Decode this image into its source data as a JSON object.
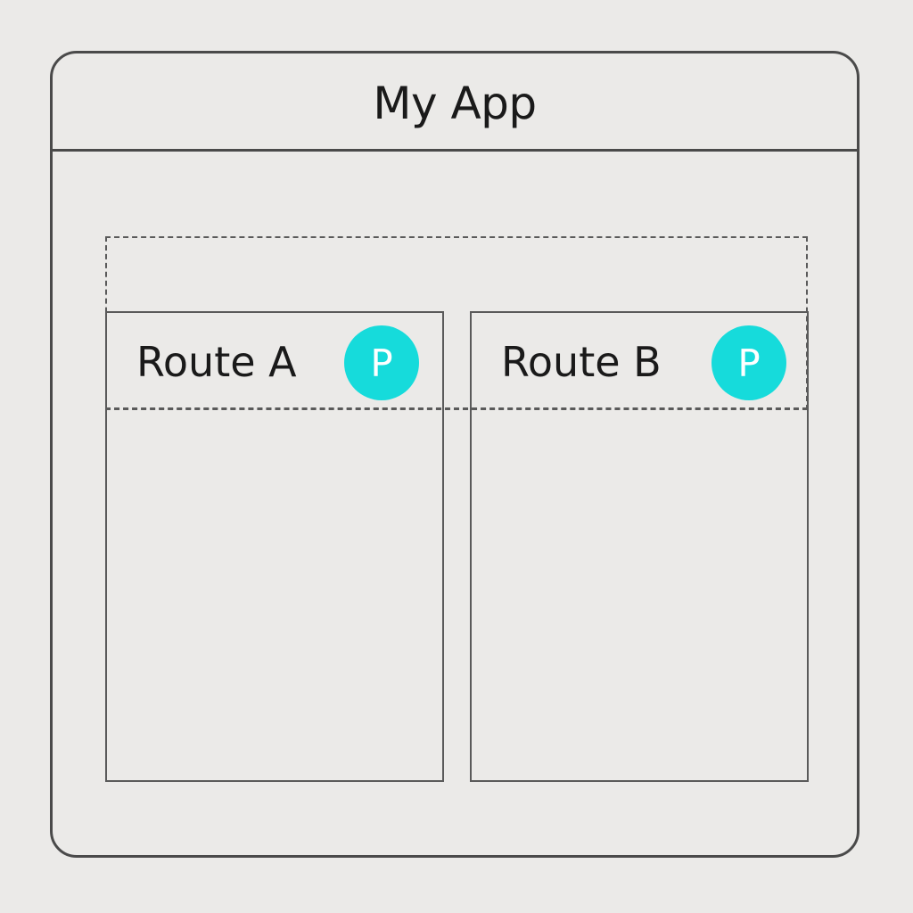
{
  "app": {
    "title": "My App"
  },
  "routes": [
    {
      "label": "Route A",
      "badge": "P"
    },
    {
      "label": "Route B",
      "badge": "P"
    }
  ],
  "colors": {
    "background": "#ebeae8",
    "border": "#4a4a4a",
    "badge": "#16dbdb",
    "badge_text": "#ffffff",
    "text": "#1a1a1a"
  },
  "icons": {
    "badge": "p-badge-icon"
  }
}
